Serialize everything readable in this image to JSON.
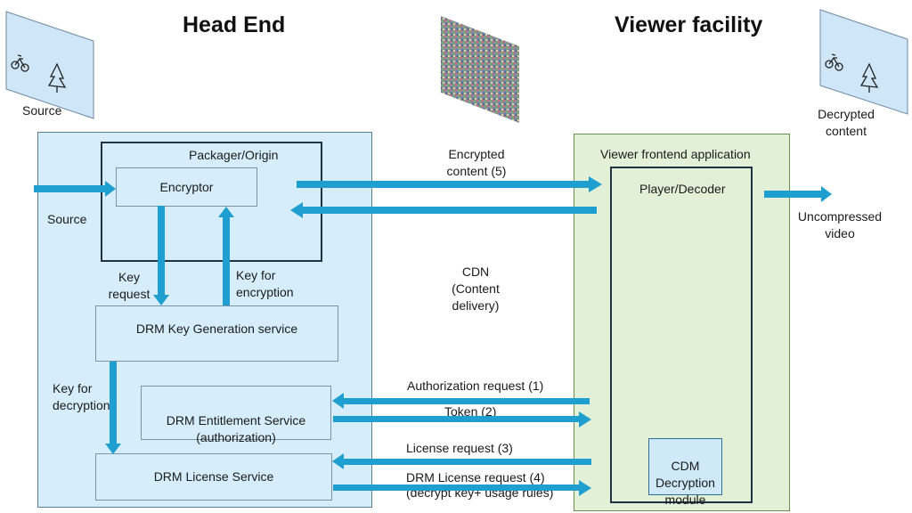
{
  "titles": {
    "head_end": "Head End",
    "viewer_facility": "Viewer facility"
  },
  "labels": {
    "source_top": "Source",
    "decrypted_content": "Decrypted\ncontent",
    "source_input": "Source",
    "packager_origin": "Packager/Origin",
    "encryptor": "Encryptor",
    "key_request": "Key\nrequest",
    "key_for_encryption": "Key for\nencryption",
    "drm_key_generation": "DRM Key Generation service",
    "key_for_decryption": "Key for\ndecryption",
    "drm_entitlement": "DRM Entitlement Service\n(authorization)",
    "drm_license_service": "DRM License Service",
    "viewer_frontend": "Viewer frontend application",
    "player_decoder": "Player/Decoder",
    "uncompressed_video": "Uncompressed\nvideo",
    "cdm_module": "CDM\nDecryption\nmodule",
    "cdn": "CDN\n(Content\ndelivery)",
    "encrypted_content": "Encrypted\ncontent (5)",
    "authorization_request": "Authorization request (1)",
    "token": "Token (2)",
    "license_request": "License request (3)",
    "drm_license_request": "DRM License request (4)\n(decrypt key+ usage rules)"
  },
  "colors": {
    "arrow": "#1f9fd0",
    "head_end_zone": "#d6eefb",
    "viewer_zone": "#e2f0d8",
    "panel": "#c9e6f7"
  },
  "icons": {
    "source_panel": "bicycle-tree-icon",
    "encrypted_frame": "noise-frame-icon",
    "decrypted_panel": "bicycle-tree-icon"
  }
}
